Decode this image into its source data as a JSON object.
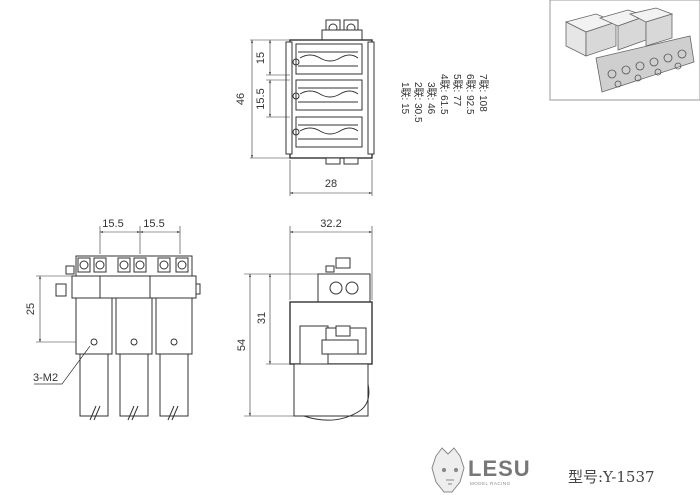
{
  "top_view": {
    "dims": {
      "module_height": "15",
      "total_height": "46",
      "pitch": "15.5",
      "width": "28"
    },
    "size_table": [
      "1联: 15",
      "2联: 30.5",
      "3联: 46",
      "4联: 61.5",
      "5联: 77",
      "6联: 92.5",
      "7联: 108"
    ]
  },
  "front_view": {
    "dims": {
      "pitch_left": "15.5",
      "pitch_right": "15.5",
      "height": "25",
      "hole_label": "3-M2"
    }
  },
  "side_view": {
    "dims": {
      "width": "32.2",
      "upper_height": "31",
      "total_height": "54"
    }
  },
  "footer": {
    "brand": "LESU",
    "brand_sub": "MODEL RACING",
    "model_number": "型号:Y-1537"
  }
}
